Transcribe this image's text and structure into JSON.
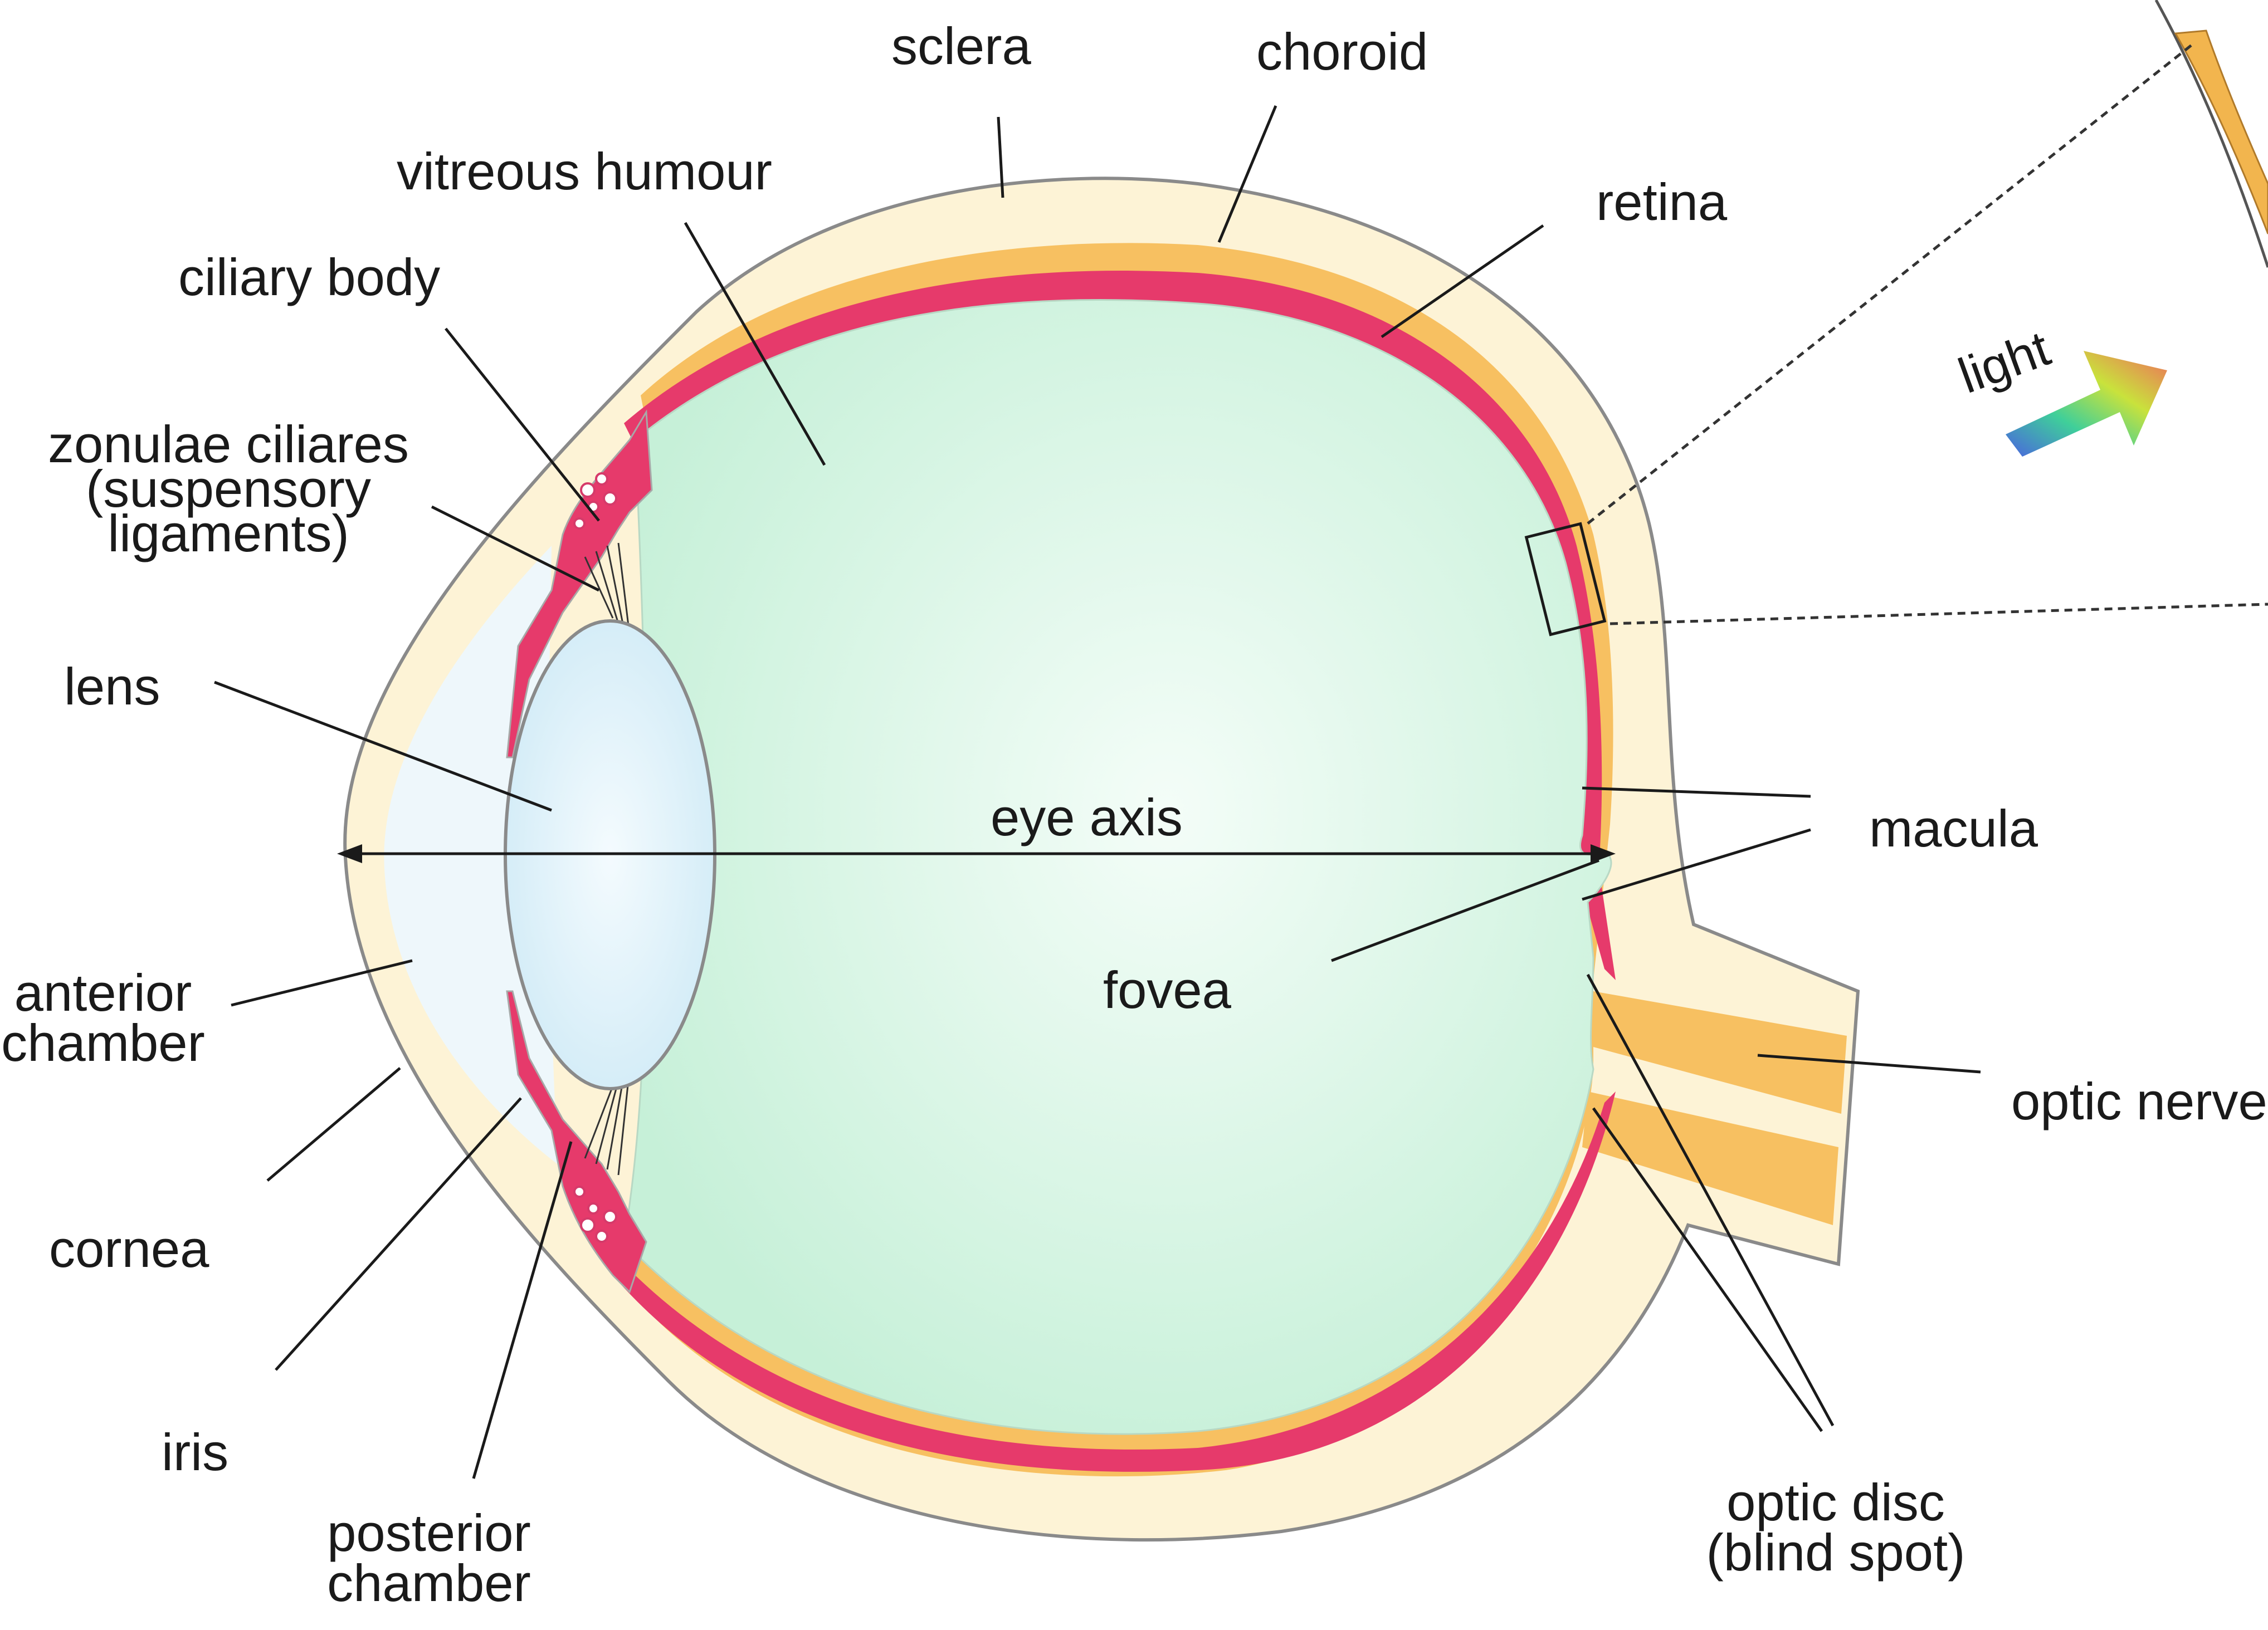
{
  "labels": {
    "sclera": "sclera",
    "choroid": "choroid",
    "vitreous_humour": "vitreous humour",
    "retina": "retina",
    "ciliary_body": "ciliary body",
    "zonulae_ciliares": [
      "zonulae ciliares",
      "(suspensory",
      "ligaments)"
    ],
    "lens": "lens",
    "light": "light",
    "eye_axis": "eye axis",
    "macula": "macula",
    "fovea": "fovea",
    "anterior_chamber": [
      "anterior",
      "chamber"
    ],
    "optic_nerve": "optic nerve",
    "cornea": "cornea",
    "iris": "iris",
    "posterior_chamber": [
      "posterior",
      "chamber"
    ],
    "optic_disc": [
      "optic disc",
      "(blind spot)"
    ]
  },
  "colors": {
    "sclera": "#fdf3d6",
    "choroid": "#f7c061",
    "retina": "#e63a6b",
    "vitreous": "#cdf3de",
    "lens": "#e4f5fb",
    "outline": "#8a8a8a",
    "text": "#1a1a1a"
  }
}
